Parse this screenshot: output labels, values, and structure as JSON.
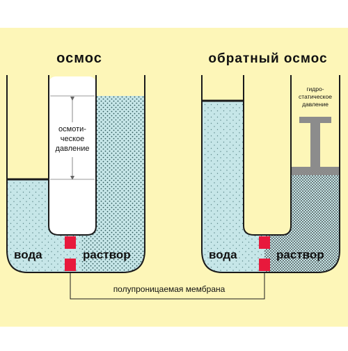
{
  "left": {
    "title": "осмос",
    "pressure_label": [
      "осмоти-",
      "ческое",
      "давление"
    ],
    "water_label": "вода",
    "solution_label": "раствор"
  },
  "right": {
    "title": "обратный осмос",
    "pressure_label": [
      "гидро-",
      "статическое",
      "давление"
    ],
    "water_label": "вода",
    "solution_label": "раствор"
  },
  "membrane_label": "полупроницаемая мембрана",
  "colors": {
    "background": "#fdf6b8",
    "water": "#c6e6e8",
    "membrane": "#e8193c",
    "piston": "#8c8c8c",
    "tube_wall": "#1a1a1a",
    "white_panel": "#ffffff"
  }
}
